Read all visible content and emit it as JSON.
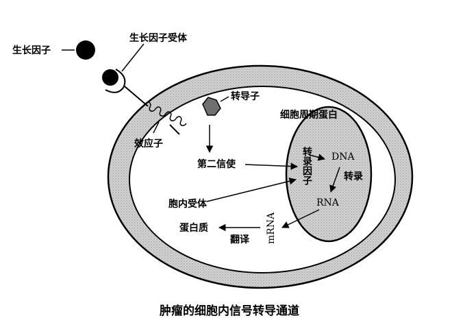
{
  "labels": {
    "growth_factor": "生长因子",
    "growth_factor_receptor": "生长因子受体",
    "transducer": "转导子",
    "cell_cycle_protein": "细胞周期蛋白",
    "effector": "效应子",
    "second_messenger": "第二信使",
    "transcription_factor": "转录因子",
    "dna": "DNA",
    "transcription": "转录",
    "intracellular_receptor": "胞内受体",
    "rna": "RNA",
    "mrna": "mRNA",
    "protein": "蛋白质",
    "translation": "翻译"
  },
  "caption": "肿瘤的细胞内信号转导通道"
}
